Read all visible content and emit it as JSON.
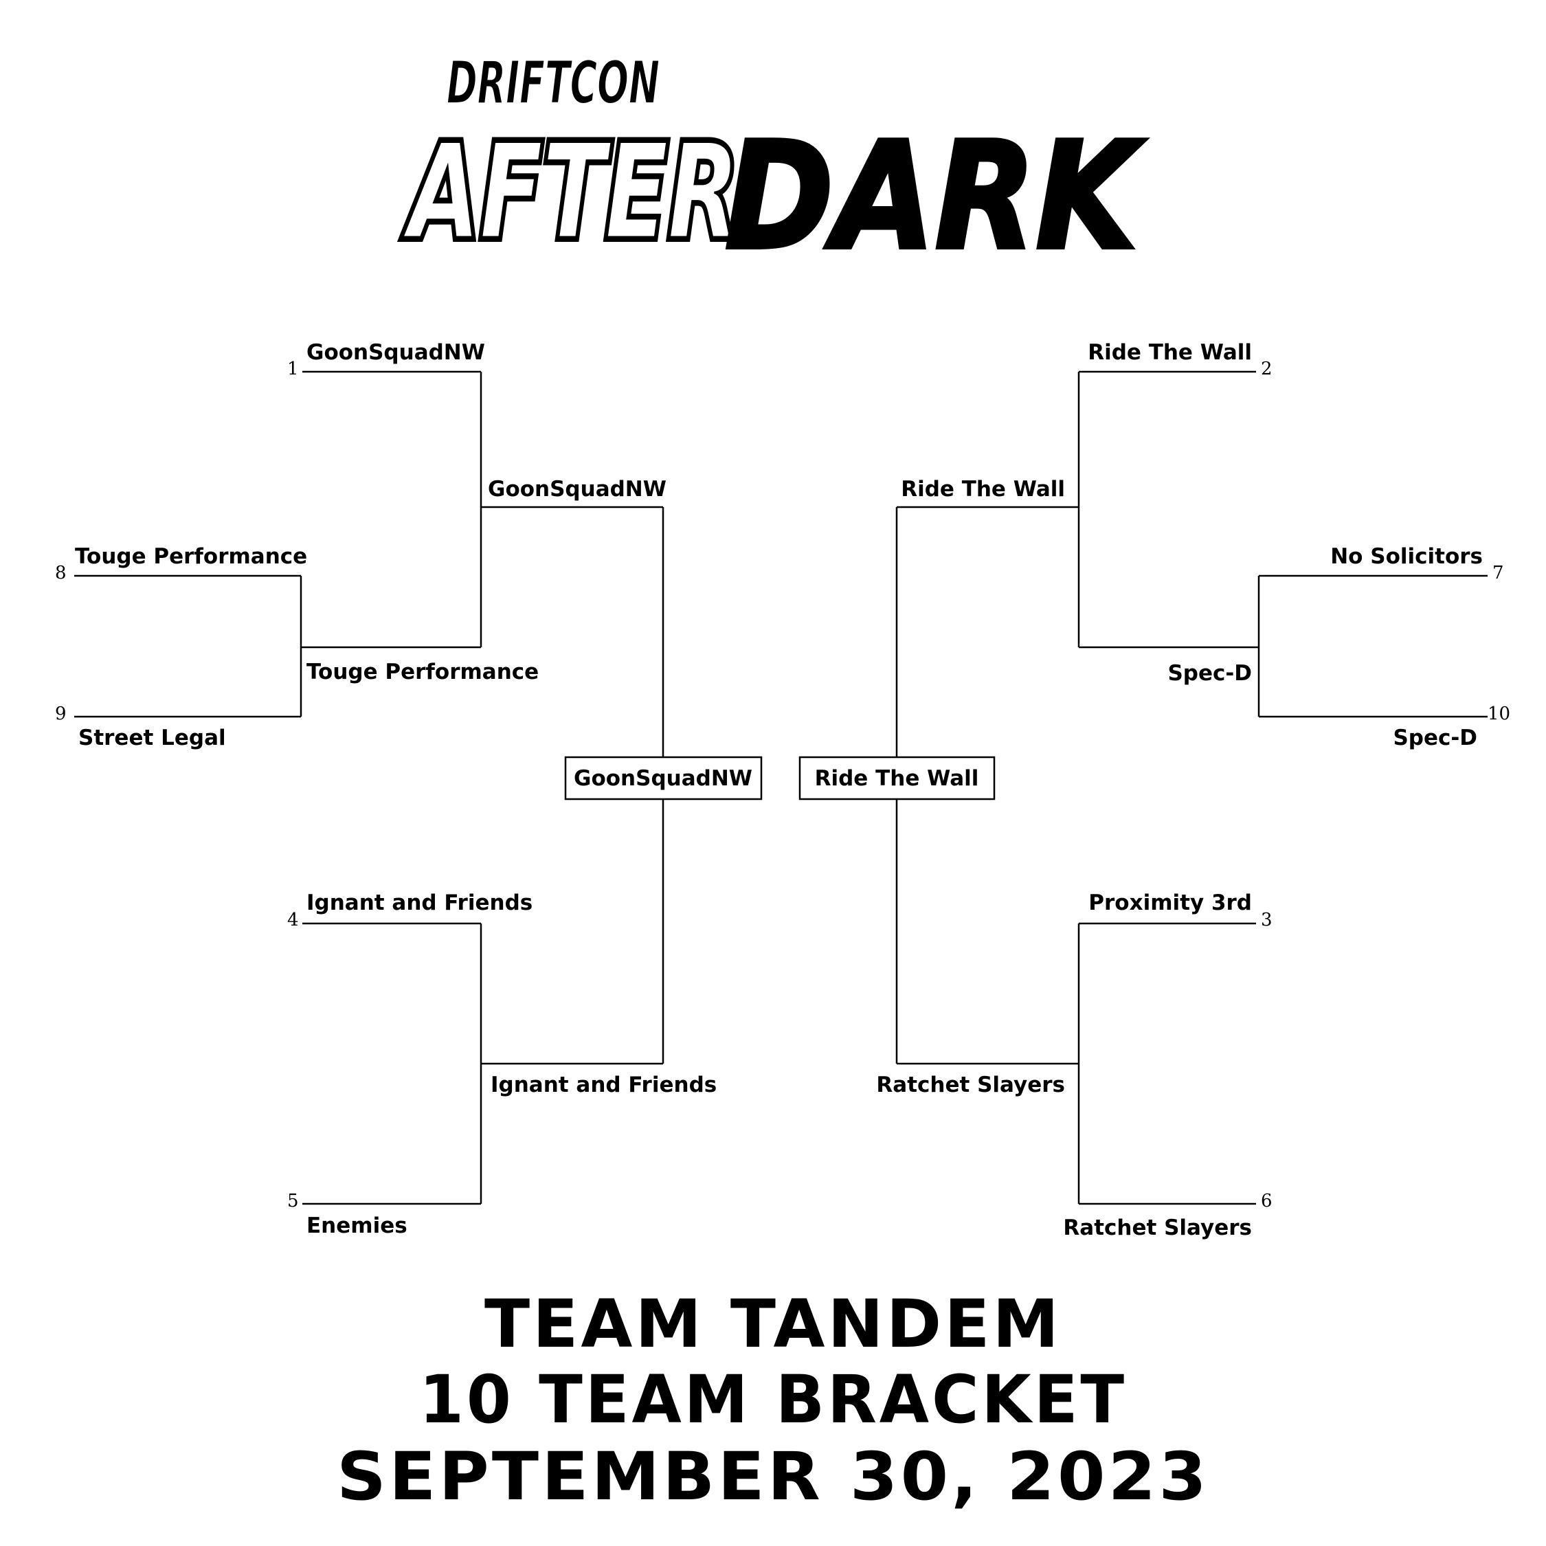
{
  "logo": {
    "top_word": "DRIFTCON",
    "left_word": "AFTER",
    "right_word": "DARK"
  },
  "bracket": {
    "left_top": {
      "seed_1": "1",
      "team_1": "GoonSquadNW",
      "seed_8": "8",
      "team_8": "Touge Performance",
      "seed_9": "9",
      "team_9": "Street Legal",
      "winner_8_9": "Touge Performance",
      "semifinal_winner": "GoonSquadNW"
    },
    "left_bottom": {
      "seed_4": "4",
      "team_4": "Ignant and Friends",
      "seed_5": "5",
      "team_5": "Enemies",
      "semifinal_winner": "Ignant and Friends"
    },
    "left_finalist": "GoonSquadNW",
    "right_top": {
      "seed_2": "2",
      "team_2": "Ride The Wall",
      "seed_7": "7",
      "team_7": "No Solicitors",
      "seed_10": "10",
      "team_10": "Spec-D",
      "winner_7_10": "Spec-D",
      "semifinal_winner": "Ride The Wall"
    },
    "right_bottom": {
      "seed_3": "3",
      "team_3": "Proximity 3rd",
      "seed_6": "6",
      "team_6": "Ratchet Slayers",
      "semifinal_winner": "Ratchet Slayers"
    },
    "right_finalist": "Ride The Wall"
  },
  "footer": {
    "line_1": "TEAM TANDEM",
    "line_2": "10 TEAM BRACKET",
    "line_3": "SEPTEMBER 30, 2023"
  }
}
